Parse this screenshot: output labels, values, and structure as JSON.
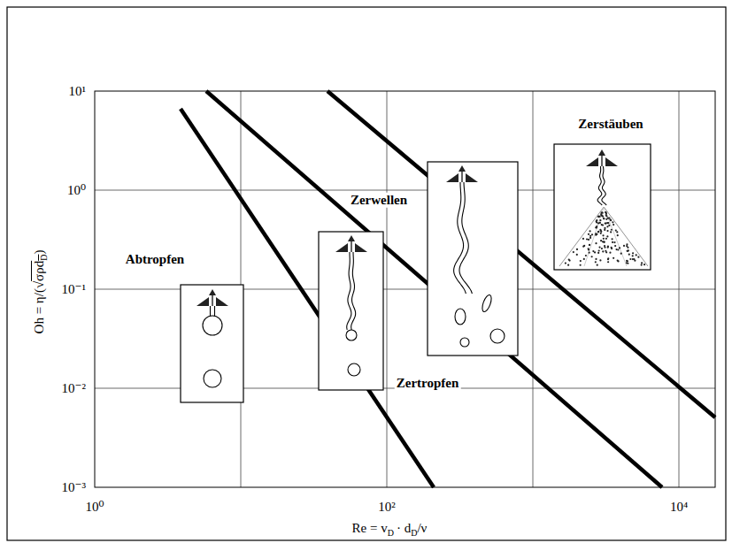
{
  "diagram": {
    "labels": [
      "10¹",
      "10⁰",
      "10⁻¹",
      "10⁻²",
      "10⁻³",
      "10⁰",
      "10²",
      "10⁴",
      "Oh = η/(√",
      "σρd",
      "D",
      ")",
      "Re = v",
      "D",
      "· d",
      "D",
      "/ν",
      "Abtropfen",
      "Zerwellen",
      "Zertropfen",
      "Zerstäuben"
    ]
  }
}
